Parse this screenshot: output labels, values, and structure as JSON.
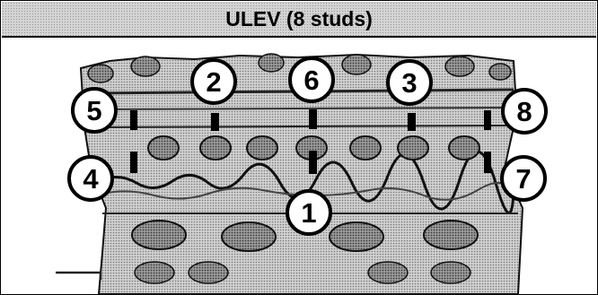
{
  "figure": {
    "title": "ULEV (8 studs)"
  },
  "callouts": [
    "5",
    "2",
    "6",
    "3",
    "8",
    "4",
    "7",
    "1"
  ]
}
